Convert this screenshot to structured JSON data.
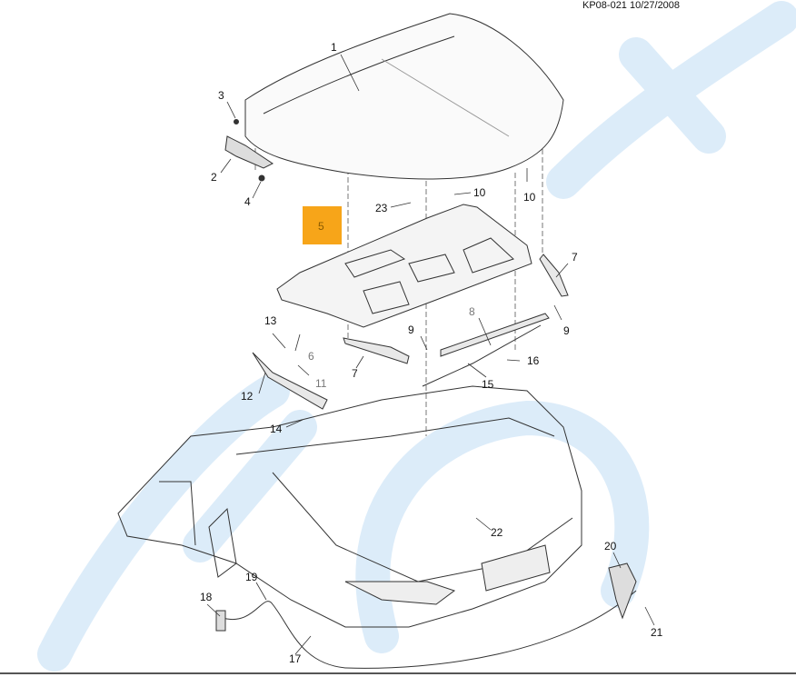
{
  "header": {
    "doc_id": "KP08-021 10/27/2008"
  },
  "highlight": {
    "label": "5",
    "color": "#f7a519"
  },
  "callouts": [
    "1",
    "2",
    "3",
    "4",
    "5",
    "6",
    "7",
    "7",
    "8",
    "9",
    "9",
    "10",
    "10",
    "11",
    "12",
    "13",
    "14",
    "15",
    "16",
    "17",
    "18",
    "19",
    "20",
    "21",
    "22",
    "23"
  ],
  "colors": {
    "watermark": "#d6eaf8",
    "line": "#333333"
  }
}
